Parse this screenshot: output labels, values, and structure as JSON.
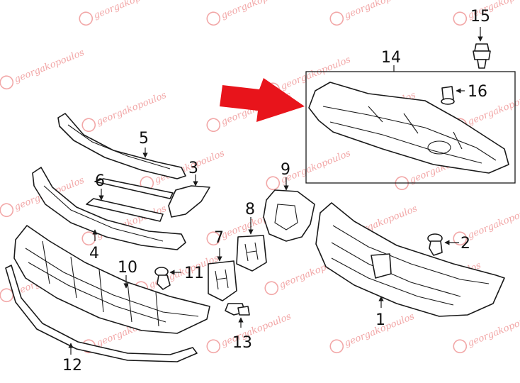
{
  "callouts": [
    {
      "id": "1",
      "label": "1"
    },
    {
      "id": "2",
      "label": "2"
    },
    {
      "id": "3",
      "label": "3"
    },
    {
      "id": "4",
      "label": "4"
    },
    {
      "id": "5",
      "label": "5"
    },
    {
      "id": "6",
      "label": "6"
    },
    {
      "id": "7",
      "label": "7"
    },
    {
      "id": "8",
      "label": "8"
    },
    {
      "id": "9",
      "label": "9"
    },
    {
      "id": "10",
      "label": "10"
    },
    {
      "id": "11",
      "label": "11"
    },
    {
      "id": "12",
      "label": "12"
    },
    {
      "id": "13",
      "label": "13"
    },
    {
      "id": "14",
      "label": "14"
    },
    {
      "id": "15",
      "label": "15"
    },
    {
      "id": "16",
      "label": "16"
    }
  ],
  "watermark": {
    "text": "georgakopoulos"
  },
  "colors": {
    "arrow": "#e8141b",
    "watermark": "#f2a7a7",
    "line": "#1a1a1a"
  }
}
